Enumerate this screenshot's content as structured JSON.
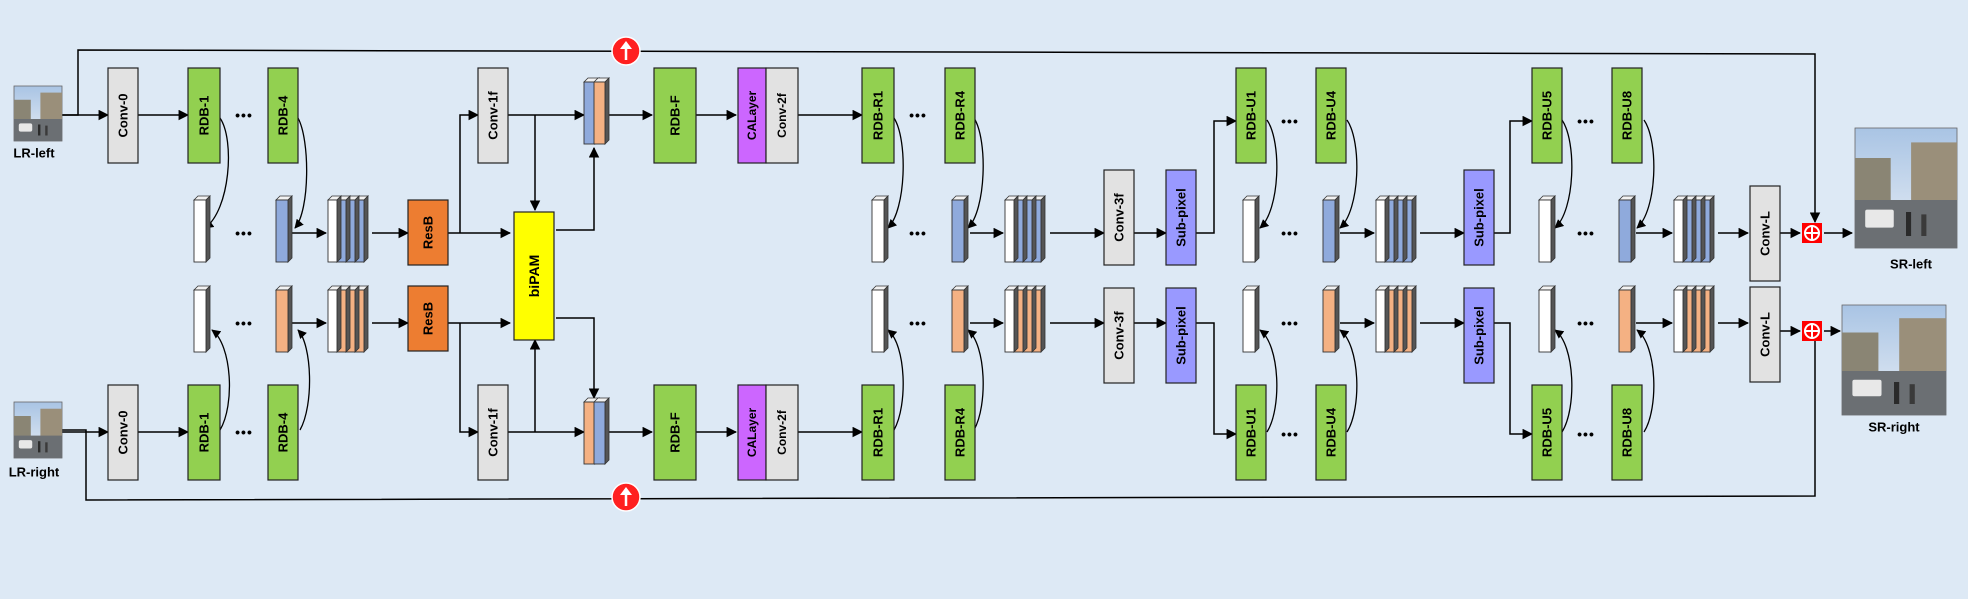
{
  "colors": {
    "background": "#dde9f5",
    "rdb": "#92d050",
    "conv_gray": "#e2e2e2",
    "resb": "#ed7d31",
    "bipam": "#ffff00",
    "calayer": "#cc66ff",
    "subpixel": "#9999ff",
    "feat_blue": "#8faadc",
    "feat_orange": "#f4b183",
    "add_red": "#ff0000"
  },
  "labels": {
    "conv0": "Conv-0",
    "rdb1": "RDB-1",
    "rdb4": "RDB-4",
    "conv1f": "Conv-1f",
    "resb": "ResB",
    "bipam": "biPAM",
    "rdbf": "RDB-F",
    "calayer": "CALayer",
    "conv2f": "Conv-2f",
    "rdbr1": "RDB-R1",
    "rdbr4": "RDB-R4",
    "conv3f": "Conv-3f",
    "subpixel": "Sub-pixel",
    "rdbu1": "RDB-U1",
    "rdbu4": "RDB-U4",
    "rdbu5": "RDB-U5",
    "rdbu8": "RDB-U8",
    "convl": "Conv-L",
    "ellipsis": "•••"
  },
  "images": {
    "lr_left": "LR-left",
    "lr_right": "LR-right",
    "sr_left": "SR-left",
    "sr_right": "SR-right"
  }
}
